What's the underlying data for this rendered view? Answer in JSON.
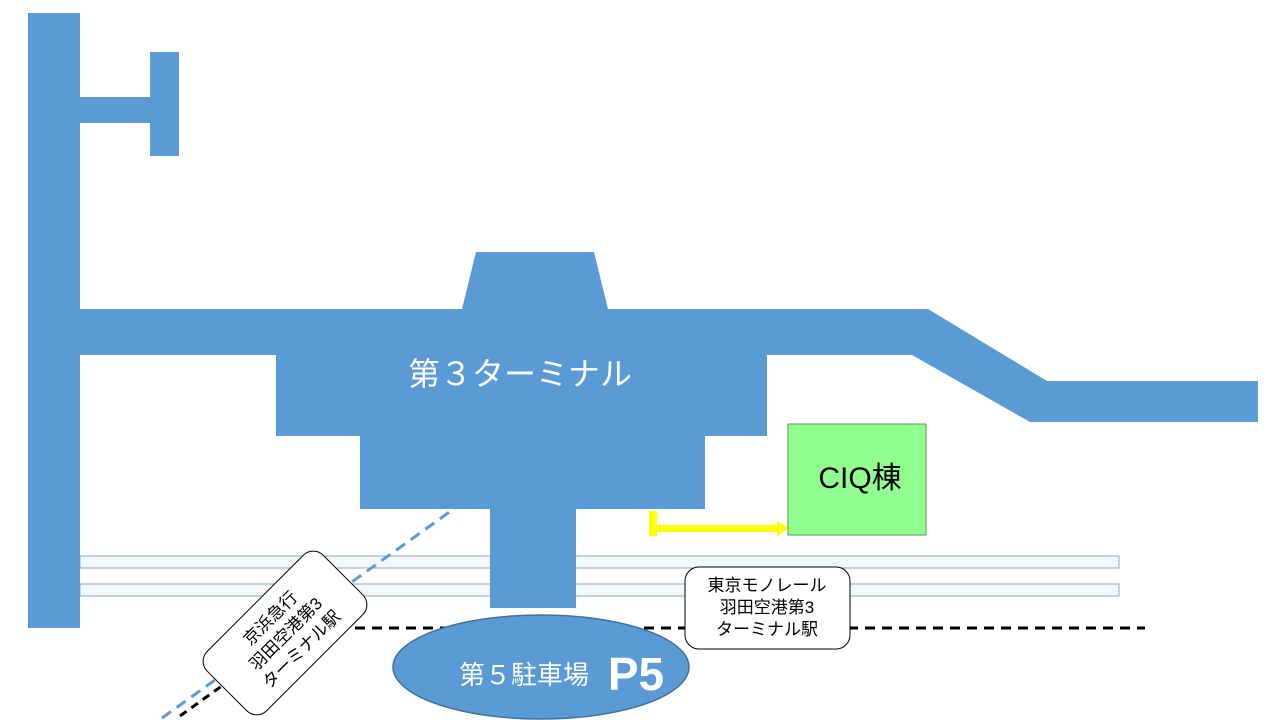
{
  "colors": {
    "terminal_blue": "#5b9bd5",
    "ciq_green": "#90ff90",
    "route_yellow": "#ffff00",
    "rail_fill": "#f2f7fb",
    "rail_stroke": "#8ea9c1",
    "keikyu_line": "#5b9bd5",
    "monorail_line": "#000000"
  },
  "labels": {
    "terminal": "第３ターミナル",
    "ciq": "CIQ棟",
    "parking_name": "第５駐車場",
    "parking_code": "P5",
    "keikyu_station": [
      "京浜急行",
      "羽田空港第3",
      "ターミナル駅"
    ],
    "monorail_station": [
      "東京モノレール",
      "羽田空港第3",
      "ターミナル駅"
    ]
  }
}
